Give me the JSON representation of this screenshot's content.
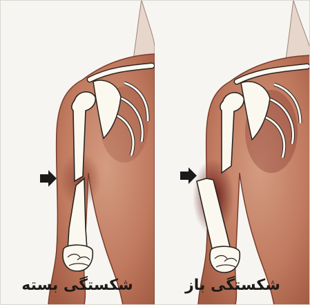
{
  "illustration": {
    "panels": [
      {
        "caption": "شکستگی بسته",
        "icon": "closed-fracture-illustration"
      },
      {
        "caption": "شکستگی باز",
        "icon": "open-fracture-illustration"
      }
    ],
    "colors": {
      "background": "#f6f5f1",
      "skin": "#c9876b",
      "skin_shadow": "#9b4a35",
      "bone": "#fbf8ef",
      "bone_outline": "#2a2420",
      "blood": "#6e1d1a",
      "arrow": "#1a1a1a"
    }
  }
}
